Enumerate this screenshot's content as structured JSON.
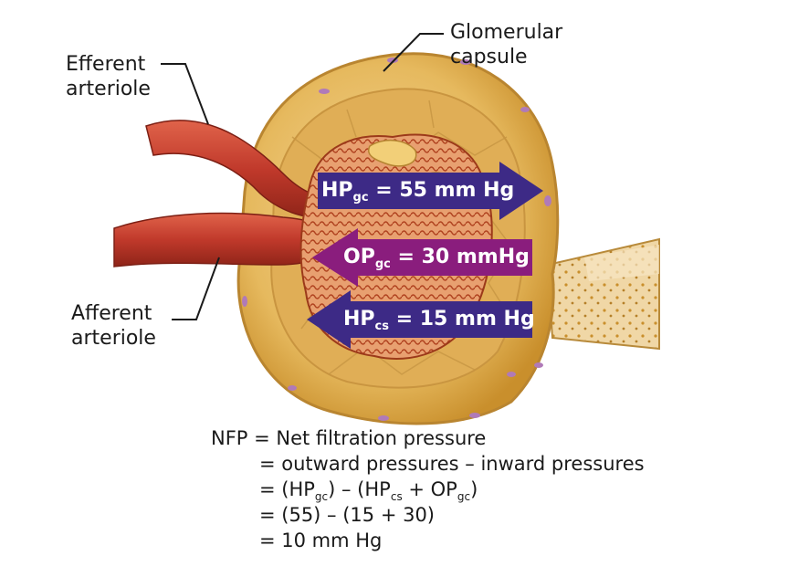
{
  "labels": {
    "efferent": [
      "Efferent",
      "arteriole"
    ],
    "afferent": [
      "Afferent",
      "arteriole"
    ],
    "capsule": [
      "Glomerular",
      "capsule"
    ]
  },
  "arrows": [
    {
      "main": "HP",
      "sub": "gc",
      "rest": " = 55 mm Hg",
      "color": "#3d2a86",
      "direction": "right"
    },
    {
      "main": "OP",
      "sub": "gc",
      "rest": " = 30 mmHg",
      "color": "#8a1d7d",
      "direction": "left"
    },
    {
      "main": "HP",
      "sub": "cs",
      "rest": " = 15 mm Hg",
      "color": "#3d2a86",
      "direction": "left"
    }
  ],
  "equation": {
    "line1": "NFP = Net filtration pressure",
    "line2": "= outward pressures – inward pressures",
    "line3": {
      "a": "= (HP",
      "a_sub": "gc",
      "b": ") – (HP",
      "b_sub": "cs",
      "c": " + OP",
      "c_sub": "gc",
      "d": ")"
    },
    "line4": "= (55) – (15 + 30)",
    "line5": "= 10 mm Hg"
  },
  "colors": {
    "capsule": "#e8bf6a",
    "capsule_dark": "#c9952f",
    "vessel": "#c0392b",
    "vessel_dark": "#8e2418",
    "nucleus": "#b07ab8"
  }
}
